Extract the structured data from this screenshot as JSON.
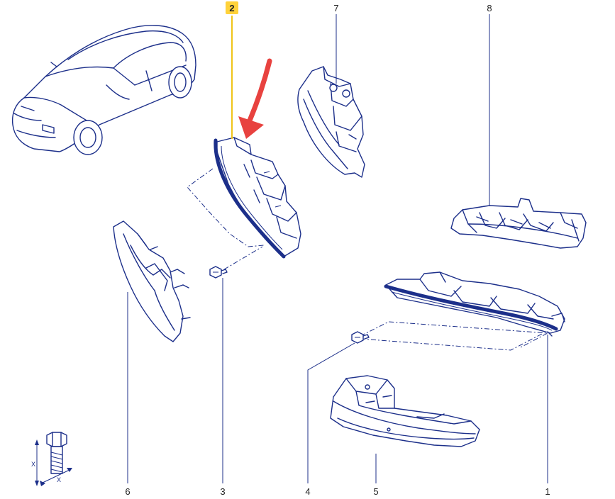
{
  "diagram": {
    "callouts": {
      "part_1": "1",
      "part_2": "2",
      "part_3": "3",
      "part_4": "4",
      "part_5": "5",
      "part_6": "6",
      "part_7": "7",
      "part_8": "8"
    },
    "highlighted_part": "2",
    "highlight_color": "#ffd23a",
    "line_color": "#1c2f8a",
    "arrow_color": "#e8423f",
    "torque_legend": {
      "dimension_label_left": "X",
      "dimension_label_bottom": "X"
    }
  }
}
